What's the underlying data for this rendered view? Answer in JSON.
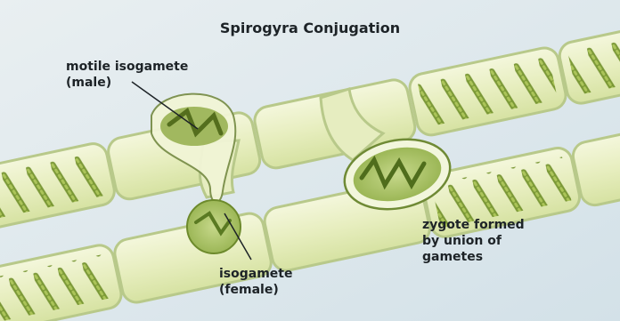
{
  "title": "Spirogyra Conjugation",
  "labels": {
    "motile_isogamete": [
      "motile isogamete",
      "(male)"
    ],
    "isogamete": [
      "isogamete",
      "(female)"
    ],
    "zygote": [
      "zygote formed",
      "by union of",
      "gametes"
    ]
  },
  "colors": {
    "background": "#dfe9ee",
    "cell_wall": "#c9d9a2",
    "cell_fill": "#eef3cf",
    "chloroplast": "#7f9c2e",
    "chloroplast_dark": "#5a7a22",
    "gamete": "#a8c46a"
  }
}
